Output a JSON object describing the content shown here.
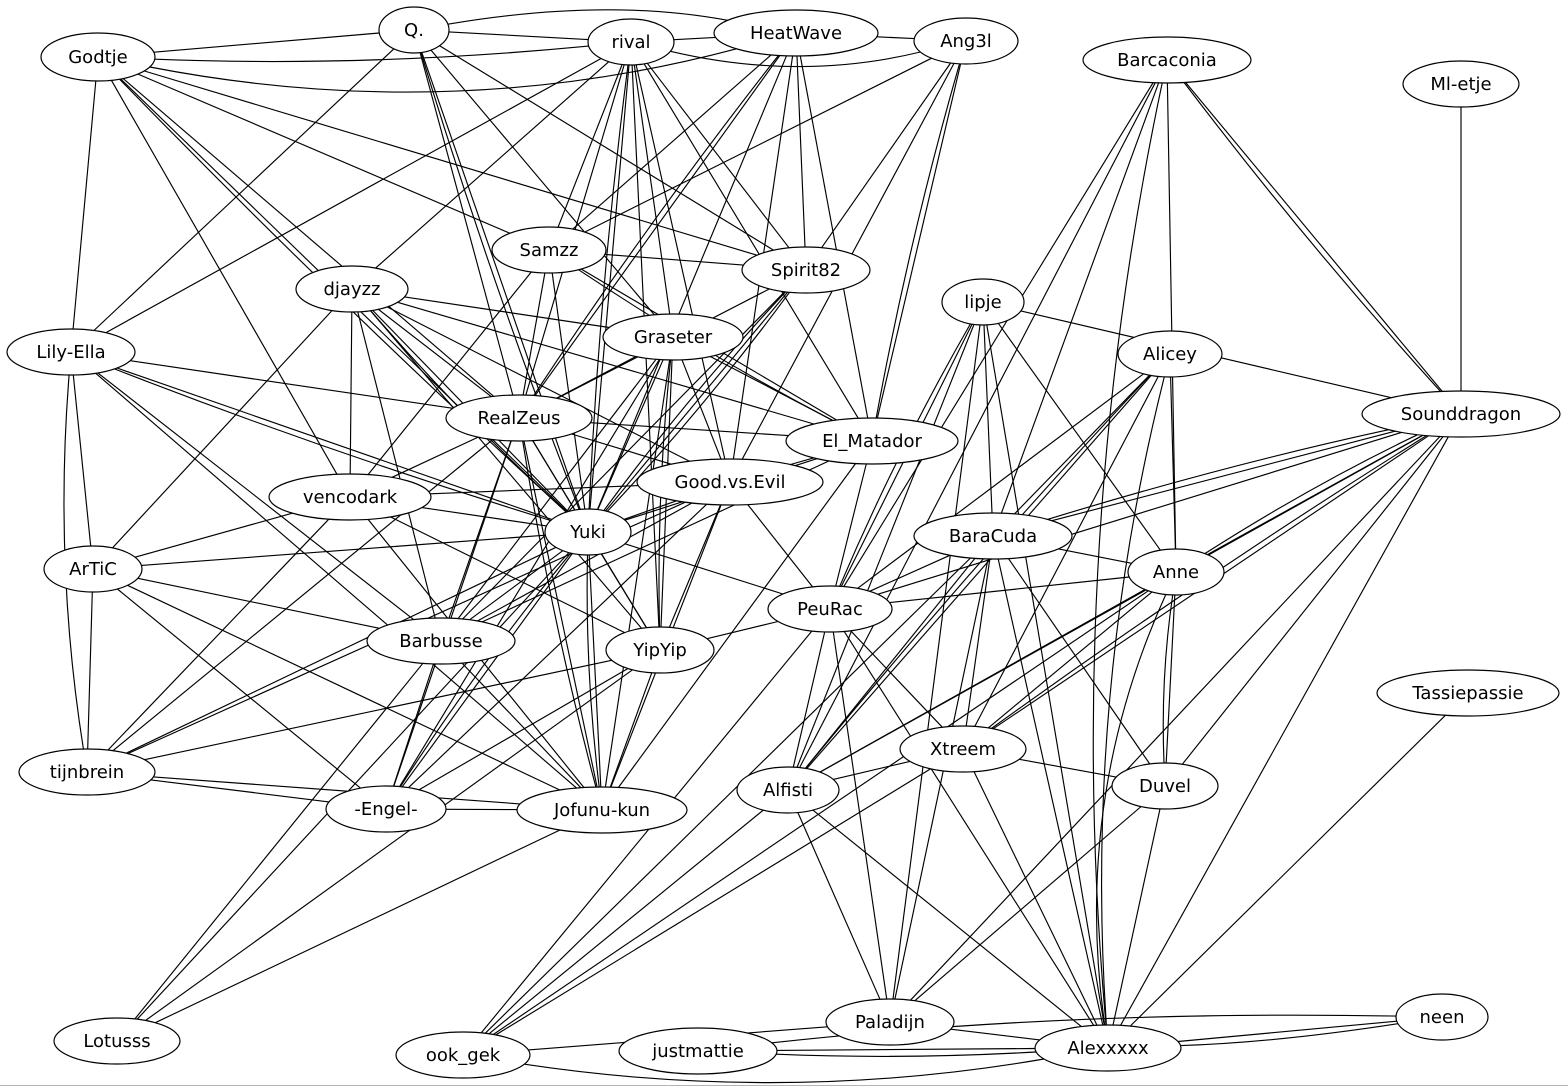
{
  "nodes": [
    {
      "label": "Godtje"
    },
    {
      "label": "Q."
    },
    {
      "label": "rival"
    },
    {
      "label": "HeatWave"
    },
    {
      "label": "Ang3l"
    },
    {
      "label": "Barcaconia"
    },
    {
      "label": "Ml-etje"
    },
    {
      "label": "Samzz"
    },
    {
      "label": "Spirit82"
    },
    {
      "label": "djayzz"
    },
    {
      "label": "lipje"
    },
    {
      "label": "Graseter"
    },
    {
      "label": "Lily-Ella"
    },
    {
      "label": "Alicey"
    },
    {
      "label": "Sounddragon"
    },
    {
      "label": "RealZeus"
    },
    {
      "label": "El_Matador"
    },
    {
      "label": "Good.vs.Evil"
    },
    {
      "label": "vencodark"
    },
    {
      "label": "Yuki"
    },
    {
      "label": "BaraCuda"
    },
    {
      "label": "ArTiC"
    },
    {
      "label": "Anne"
    },
    {
      "label": "PeuRac"
    },
    {
      "label": "Barbusse"
    },
    {
      "label": "YipYip"
    },
    {
      "label": "Tassiepassie"
    },
    {
      "label": "Xtreem"
    },
    {
      "label": "tijnbrein"
    },
    {
      "label": "Alfisti"
    },
    {
      "label": "Duvel"
    },
    {
      "label": "-Engel-"
    },
    {
      "label": "Jofunu-kun"
    },
    {
      "label": "Lotusss"
    },
    {
      "label": "ook_gek"
    },
    {
      "label": "justmattie"
    },
    {
      "label": "Paladijn"
    },
    {
      "label": "Alexxxxx"
    },
    {
      "label": "neen"
    }
  ],
  "edges": [
    [
      0,
      1
    ],
    [
      0,
      2
    ],
    [
      0,
      3
    ],
    [
      0,
      7
    ],
    [
      0,
      8
    ],
    [
      0,
      12
    ],
    [
      0,
      15
    ],
    [
      0,
      18
    ],
    [
      0,
      19
    ],
    [
      0,
      19
    ],
    [
      1,
      2
    ],
    [
      1,
      3
    ],
    [
      1,
      8
    ],
    [
      1,
      11
    ],
    [
      1,
      12
    ],
    [
      1,
      15
    ],
    [
      1,
      19
    ],
    [
      1,
      19
    ],
    [
      2,
      3
    ],
    [
      2,
      4
    ],
    [
      2,
      7
    ],
    [
      2,
      8
    ],
    [
      2,
      9
    ],
    [
      2,
      11
    ],
    [
      2,
      12
    ],
    [
      2,
      15
    ],
    [
      2,
      16
    ],
    [
      2,
      17
    ],
    [
      2,
      19
    ],
    [
      2,
      19
    ],
    [
      2,
      25
    ],
    [
      3,
      4
    ],
    [
      3,
      7
    ],
    [
      3,
      8
    ],
    [
      3,
      15
    ],
    [
      3,
      15
    ],
    [
      3,
      16
    ],
    [
      3,
      17
    ],
    [
      3,
      19
    ],
    [
      4,
      7
    ],
    [
      4,
      8
    ],
    [
      4,
      16
    ],
    [
      4,
      16
    ],
    [
      4,
      17
    ],
    [
      5,
      14
    ],
    [
      5,
      14
    ],
    [
      5,
      20
    ],
    [
      5,
      22
    ],
    [
      5,
      23
    ],
    [
      5,
      29
    ],
    [
      5,
      37
    ],
    [
      6,
      14
    ],
    [
      7,
      8
    ],
    [
      7,
      15
    ],
    [
      7,
      16
    ],
    [
      7,
      16
    ],
    [
      7,
      18
    ],
    [
      7,
      19
    ],
    [
      8,
      15
    ],
    [
      8,
      19
    ],
    [
      8,
      19
    ],
    [
      8,
      19
    ],
    [
      8,
      24
    ],
    [
      9,
      11
    ],
    [
      9,
      15
    ],
    [
      9,
      16
    ],
    [
      9,
      17
    ],
    [
      9,
      18
    ],
    [
      9,
      19
    ],
    [
      9,
      19
    ],
    [
      9,
      21
    ],
    [
      9,
      24
    ],
    [
      9,
      25
    ],
    [
      10,
      14
    ],
    [
      10,
      20
    ],
    [
      10,
      22
    ],
    [
      10,
      23
    ],
    [
      10,
      23
    ],
    [
      10,
      29
    ],
    [
      10,
      36
    ],
    [
      10,
      37
    ],
    [
      11,
      15
    ],
    [
      11,
      16
    ],
    [
      11,
      17
    ],
    [
      11,
      19
    ],
    [
      11,
      24
    ],
    [
      11,
      25
    ],
    [
      11,
      25
    ],
    [
      11,
      31
    ],
    [
      11,
      32
    ],
    [
      12,
      15
    ],
    [
      12,
      19
    ],
    [
      12,
      19
    ],
    [
      12,
      21
    ],
    [
      12,
      24
    ],
    [
      12,
      28
    ],
    [
      12,
      32
    ],
    [
      13,
      20
    ],
    [
      13,
      22
    ],
    [
      13,
      23
    ],
    [
      13,
      27
    ],
    [
      13,
      29
    ],
    [
      13,
      29
    ],
    [
      13,
      37
    ],
    [
      14,
      20
    ],
    [
      14,
      20
    ],
    [
      14,
      22
    ],
    [
      14,
      22
    ],
    [
      14,
      23
    ],
    [
      14,
      27
    ],
    [
      14,
      27
    ],
    [
      14,
      29
    ],
    [
      14,
      30
    ],
    [
      14,
      36
    ],
    [
      14,
      37
    ],
    [
      15,
      16
    ],
    [
      15,
      17
    ],
    [
      15,
      18
    ],
    [
      15,
      19
    ],
    [
      15,
      24
    ],
    [
      15,
      25
    ],
    [
      15,
      28
    ],
    [
      15,
      31
    ],
    [
      15,
      32
    ],
    [
      15,
      32
    ],
    [
      16,
      17
    ],
    [
      16,
      19
    ],
    [
      16,
      23
    ],
    [
      16,
      24
    ],
    [
      16,
      32
    ],
    [
      17,
      18
    ],
    [
      17,
      19
    ],
    [
      17,
      23
    ],
    [
      17,
      24
    ],
    [
      17,
      25
    ],
    [
      17,
      28
    ],
    [
      17,
      31
    ],
    [
      17,
      32
    ],
    [
      18,
      19
    ],
    [
      18,
      21
    ],
    [
      18,
      25
    ],
    [
      18,
      28
    ],
    [
      18,
      32
    ],
    [
      19,
      21
    ],
    [
      19,
      23
    ],
    [
      19,
      24
    ],
    [
      19,
      25
    ],
    [
      19,
      28
    ],
    [
      19,
      31
    ],
    [
      19,
      31
    ],
    [
      19,
      32
    ],
    [
      19,
      32
    ],
    [
      19,
      33
    ],
    [
      20,
      22
    ],
    [
      20,
      23
    ],
    [
      20,
      27
    ],
    [
      20,
      29
    ],
    [
      20,
      30
    ],
    [
      20,
      34
    ],
    [
      20,
      36
    ],
    [
      20,
      37
    ],
    [
      21,
      24
    ],
    [
      21,
      28
    ],
    [
      21,
      31
    ],
    [
      21,
      32
    ],
    [
      22,
      23
    ],
    [
      22,
      27
    ],
    [
      22,
      29
    ],
    [
      22,
      30
    ],
    [
      22,
      30
    ],
    [
      22,
      34
    ],
    [
      22,
      37
    ],
    [
      23,
      25
    ],
    [
      23,
      27
    ],
    [
      23,
      29
    ],
    [
      23,
      34
    ],
    [
      23,
      36
    ],
    [
      23,
      37
    ],
    [
      24,
      31
    ],
    [
      24,
      32
    ],
    [
      24,
      33
    ],
    [
      25,
      28
    ],
    [
      25,
      31
    ],
    [
      25,
      32
    ],
    [
      25,
      33
    ],
    [
      26,
      37
    ],
    [
      27,
      29
    ],
    [
      27,
      30
    ],
    [
      27,
      34
    ],
    [
      27,
      37
    ],
    [
      28,
      31
    ],
    [
      28,
      32
    ],
    [
      29,
      34
    ],
    [
      29,
      36
    ],
    [
      29,
      37
    ],
    [
      30,
      36
    ],
    [
      30,
      37
    ],
    [
      31,
      32
    ],
    [
      32,
      33
    ],
    [
      34,
      36
    ],
    [
      34,
      37
    ],
    [
      35,
      37
    ],
    [
      35,
      37
    ],
    [
      35,
      38
    ],
    [
      36,
      37
    ],
    [
      37,
      38
    ],
    [
      37,
      38
    ]
  ]
}
